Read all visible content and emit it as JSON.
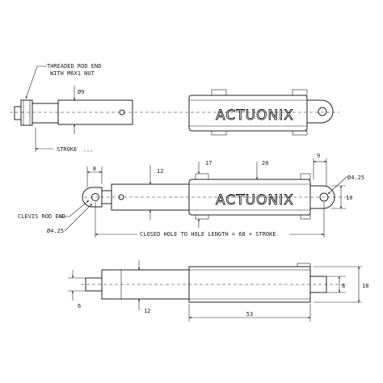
{
  "brand": "ACTUONIX",
  "view_extended": {
    "callout_threaded_rod": [
      "THREADED ROD END",
      "WITH M6X1 NUT"
    ],
    "dim_rod_diameter": "Ø9",
    "dim_stroke": "STROKE"
  },
  "view_closed": {
    "dim_8": "8",
    "dim_12": "12",
    "dim_17": "17",
    "dim_20": "20",
    "dim_9": "9",
    "dim_hole_diameter_right": "Ø4.25",
    "dim_10": "10",
    "callout_clevis": "CLEVIS ROD END",
    "dim_hole_diameter_left": "Ø4.25",
    "dim_closed_length": "CLOSED HOLE TO HOLE LENGTH = 68 + STROKE"
  },
  "view_side": {
    "dim_6": "6",
    "dim_12": "12",
    "dim_8": "8",
    "dim_18": "18",
    "dim_53": "53"
  }
}
